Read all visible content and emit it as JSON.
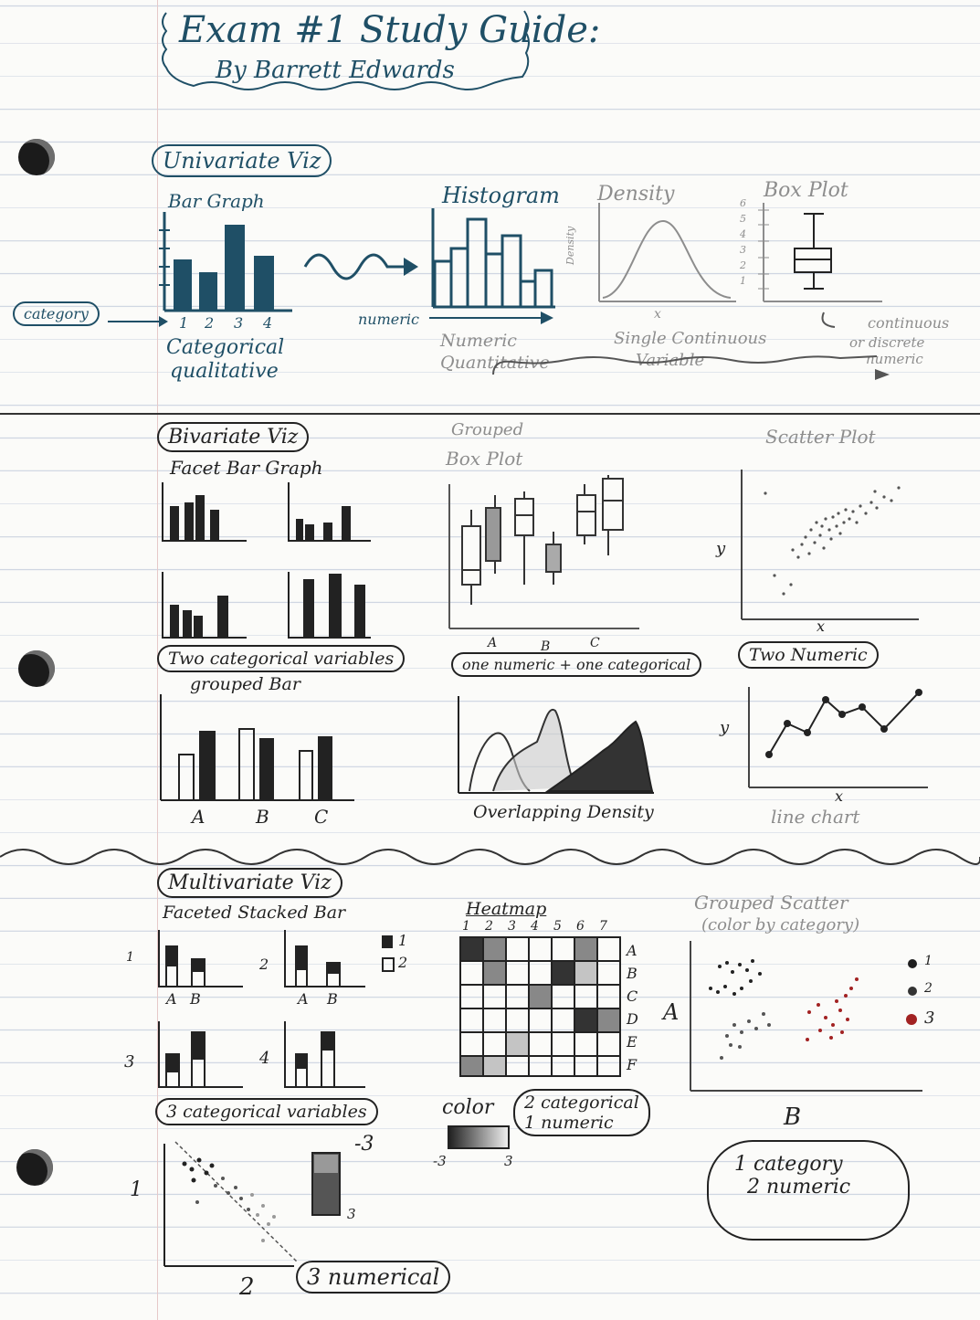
{
  "title": {
    "line1": "Exam #1 Study Guide:",
    "line2": "By Barrett Edwards"
  },
  "univariate": {
    "header": "Univariate Viz",
    "bar_graph": {
      "label": "Bar Graph",
      "ticks": [
        "1",
        "2",
        "3",
        "4"
      ],
      "caption1": "Categorical",
      "caption2": "qualitative",
      "side_label": "category"
    },
    "histogram": {
      "label": "Histogram",
      "axis_label": "numeric",
      "caption1": "Numeric",
      "caption2": "Quantitative"
    },
    "density": {
      "label": "Density",
      "y_label": "Density",
      "x_label": "x",
      "caption1": "Single Continuous",
      "caption2": "Variable"
    },
    "box_plot": {
      "label": "Box Plot",
      "ticks": [
        "6",
        "5",
        "4",
        "3",
        "2",
        "1"
      ],
      "caption1": "continuous",
      "caption2": "or discrete",
      "caption3": "numeric"
    }
  },
  "bivariate": {
    "header": "Bivariate Viz",
    "facet_bar": {
      "label": "Facet Bar Graph",
      "caption": "Two categorical variables"
    },
    "grouped_box": {
      "label1": "Grouped",
      "label2": "Box Plot",
      "ticks": [
        "A",
        "B",
        "C"
      ],
      "caption": "one numeric + one categorical"
    },
    "scatter": {
      "label": "Scatter Plot",
      "y_label": "y",
      "x_label": "x",
      "caption": "Two Numeric"
    },
    "grouped_bar": {
      "label": "grouped Bar",
      "ticks": [
        "A",
        "B",
        "C"
      ]
    },
    "overlap_density": {
      "caption": "Overlapping Density"
    },
    "line_chart": {
      "y_label": "y",
      "x_label": "x",
      "caption": "line chart"
    }
  },
  "multivariate": {
    "header": "Multivariate Viz",
    "faceted_stacked": {
      "label": "Faceted Stacked Bar",
      "facets": [
        "1",
        "2",
        "3",
        "4"
      ],
      "ticks": [
        "A",
        "B"
      ],
      "legend": [
        "1",
        "2"
      ],
      "caption": "3 categorical variables"
    },
    "heatmap": {
      "label": "Heatmap",
      "cols": [
        "1",
        "2",
        "3",
        "4",
        "5",
        "6",
        "7"
      ],
      "rows": [
        "A",
        "B",
        "C",
        "D",
        "E",
        "F"
      ],
      "color_label": "color",
      "scale_min": "-3",
      "scale_max": "3",
      "caption1": "2 categorical",
      "caption2": "1 numeric"
    },
    "grouped_scatter": {
      "label1": "Grouped Scatter",
      "label2": "(color by category)",
      "y_label": "A",
      "x_label": "B",
      "legend": [
        "1",
        "2",
        "3"
      ],
      "caption1": "1 category",
      "caption2": "2 numeric"
    },
    "numeric3": {
      "y_label": "1",
      "x_label": "2",
      "scale_top": "-3",
      "scale_bottom": "3",
      "caption": "3 numerical"
    }
  },
  "colors": {
    "ink": "#1f4f66",
    "pencil": "#8d8d8d",
    "red": "#a22222"
  }
}
